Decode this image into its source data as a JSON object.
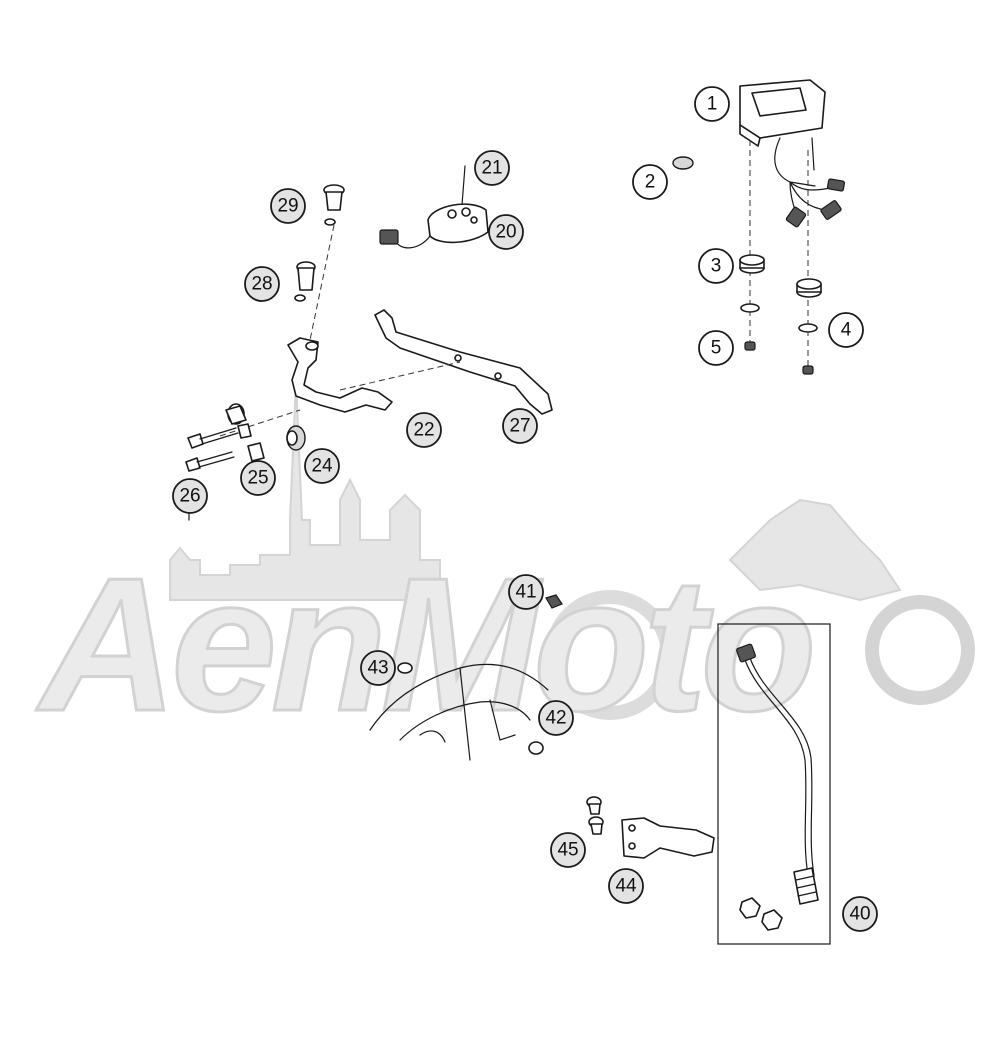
{
  "watermark": {
    "text": "AenMoto"
  },
  "callouts": [
    {
      "id": "c1",
      "label": "1"
    },
    {
      "id": "c2",
      "label": "2"
    },
    {
      "id": "c3",
      "label": "3"
    },
    {
      "id": "c4",
      "label": "4"
    },
    {
      "id": "c5",
      "label": "5"
    },
    {
      "id": "c20",
      "label": "20"
    },
    {
      "id": "c21",
      "label": "21"
    },
    {
      "id": "c22",
      "label": "22"
    },
    {
      "id": "c24",
      "label": "24"
    },
    {
      "id": "c25",
      "label": "25"
    },
    {
      "id": "c26",
      "label": "26"
    },
    {
      "id": "c27",
      "label": "27"
    },
    {
      "id": "c28",
      "label": "28"
    },
    {
      "id": "c29",
      "label": "29"
    },
    {
      "id": "c40",
      "label": "40"
    },
    {
      "id": "c41",
      "label": "41"
    },
    {
      "id": "c42",
      "label": "42"
    },
    {
      "id": "c43",
      "label": "43"
    },
    {
      "id": "c44",
      "label": "44"
    },
    {
      "id": "c45",
      "label": "45"
    }
  ]
}
